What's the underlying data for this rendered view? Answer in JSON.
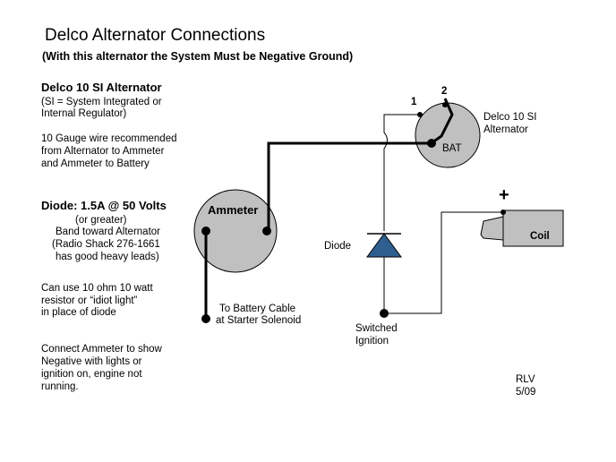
{
  "title": "Delco Alternator Connections",
  "subtitle": "(With this alternator the System Must be Negative Ground)",
  "notes": {
    "alternator_heading": "Delco 10 SI Alternator",
    "si_line1": "(SI = System Integrated or",
    "si_line2": "Internal Regulator)",
    "wire_line1": "10 Gauge wire recommended",
    "wire_line2": "from Alternator to Ammeter",
    "wire_line3": "and Ammeter to Battery",
    "diode_heading": "Diode: 1.5A @ 50 Volts",
    "diode_line1": "(or greater)",
    "diode_line2": "Band toward Alternator",
    "diode_line3": "(Radio Shack 276-1661",
    "diode_line4": "has good heavy leads)",
    "resistor_line1": "Can use 10 ohm 10 watt",
    "resistor_line2": "resistor or “idiot light”",
    "resistor_line3": "in place of diode",
    "ammeter_line1": "Connect Ammeter to show",
    "ammeter_line2": "Negative with lights or",
    "ammeter_line3": "ignition on, engine not",
    "ammeter_line4": "running."
  },
  "diagram": {
    "ammeter_label": "Ammeter",
    "alternator_label_line1": "Delco 10 SI",
    "alternator_label_line2": "Alternator",
    "bat_label": "BAT",
    "terminal_1": "1",
    "terminal_2": "2",
    "diode_label": "Diode",
    "coil_label": "Coil",
    "plus_label": "+",
    "battery_cable_line1": "To Battery Cable",
    "battery_cable_line2": "at Starter Solenoid",
    "switched_line1": "Switched",
    "switched_line2": "Ignition"
  },
  "signature": {
    "initials": "RLV",
    "date": "5/09"
  },
  "colors": {
    "component_fill": "#c0c0c0",
    "wire": "#000000",
    "diode_fill": "#2f5f8f"
  }
}
